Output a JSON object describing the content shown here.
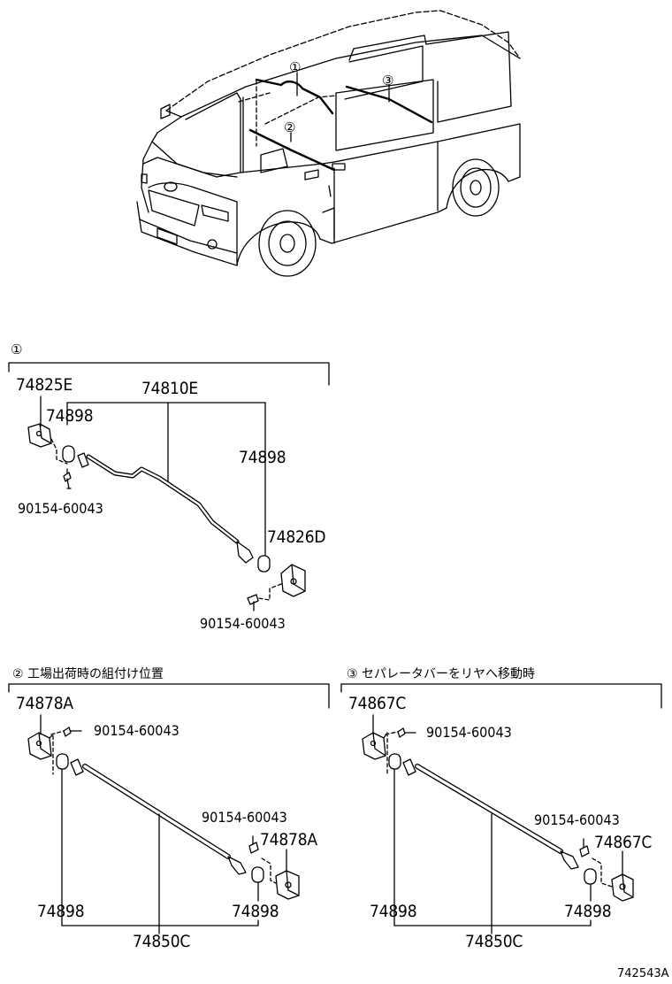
{
  "overview": {
    "callouts": [
      "①",
      "②",
      "③"
    ]
  },
  "section1": {
    "marker": "①",
    "parts": {
      "bracket_left": "74825E",
      "bar": "74810E",
      "cushion_left": "74898",
      "cushion_right": "74898",
      "bracket_right": "74826D",
      "bolt_left": "90154-60043",
      "bolt_right": "90154-60043"
    }
  },
  "section2": {
    "title": "② 工場出荷時の組付け位置",
    "parts": {
      "bracket_left": "74878A",
      "bolt_left": "90154-60043",
      "bolt_right": "90154-60043",
      "bracket_right": "74878A",
      "cushion_left": "74898",
      "cushion_right": "74898",
      "bar": "74850C"
    }
  },
  "section3": {
    "title": "③ セパレータバーをリヤへ移動時",
    "parts": {
      "bracket_left": "74867C",
      "bolt_left": "90154-60043",
      "bolt_right": "90154-60043",
      "bracket_right": "74867C",
      "cushion_left": "74898",
      "cushion_right": "74898",
      "bar": "74850C"
    }
  },
  "figure_code": "742543A"
}
